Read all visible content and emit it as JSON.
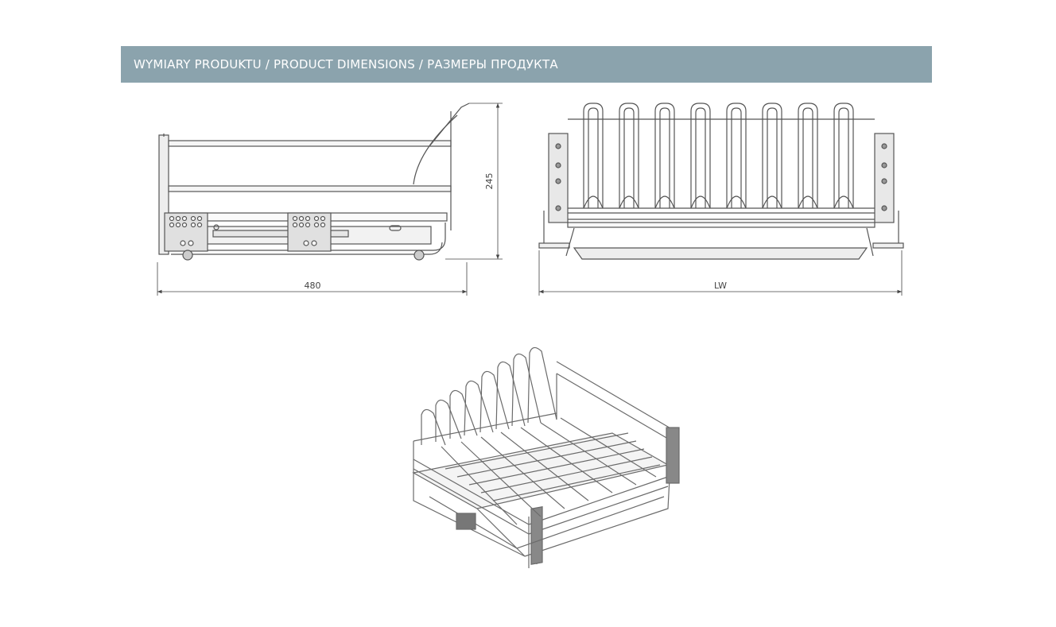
{
  "header": {
    "title": "WYMIARY PRODUKTU  / PRODUCT DIMENSIONS / РАЗМЕРЫ ПРОДУКТА"
  },
  "dimensions": {
    "height": "245",
    "depth": "480",
    "width": "LW"
  },
  "colors": {
    "banner": "#8ba3ad",
    "line": "#555555",
    "wire": "#6b6b6b"
  }
}
